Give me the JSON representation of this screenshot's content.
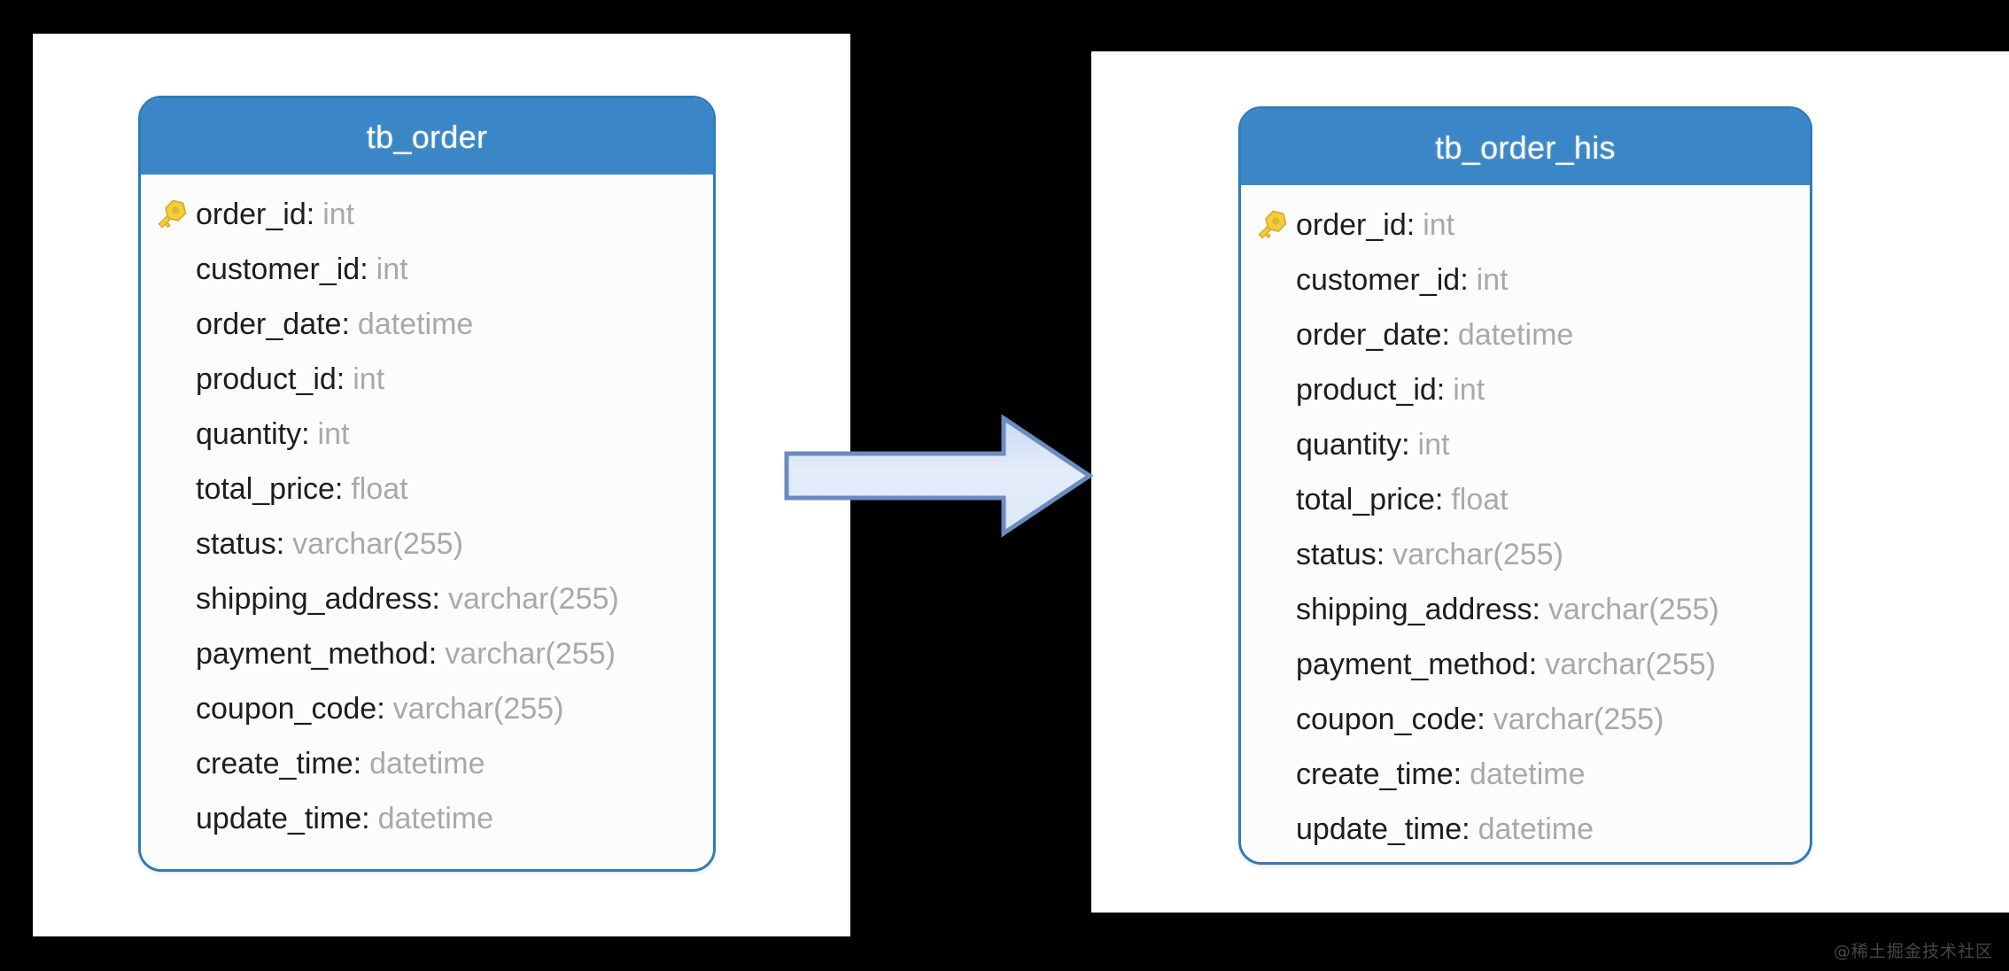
{
  "canvas": {
    "background_color": "#000000",
    "panel_color": "#ffffff"
  },
  "theme": {
    "header_blue": "#3A86C6",
    "border_blue": "#2E7CB8",
    "field_name_color": "#1d1d1d",
    "field_type_color": "#a9a9a9",
    "key_icon_color": "#E8C22E",
    "arrow_fill": "#DCE6F7",
    "arrow_border": "#6A8CC0"
  },
  "diagram": {
    "type": "entity-relationship-migration",
    "arrow": {
      "direction": "right",
      "label": ""
    },
    "tables": [
      {
        "id": "tb_order",
        "title": "tb_order",
        "fields": [
          {
            "name": "order_id",
            "sep": ":",
            "type": "int",
            "primary_key": true
          },
          {
            "name": "customer_id",
            "sep": ":",
            "type": "int",
            "primary_key": false
          },
          {
            "name": "order_date",
            "sep": ":",
            "type": "datetime",
            "primary_key": false
          },
          {
            "name": "product_id",
            "sep": ":",
            "type": "int",
            "primary_key": false
          },
          {
            "name": "quantity",
            "sep": ":",
            "type": "int",
            "primary_key": false
          },
          {
            "name": "total_price",
            "sep": ":",
            "type": "float",
            "primary_key": false
          },
          {
            "name": "status",
            "sep": ":",
            "type": "varchar(255)",
            "primary_key": false
          },
          {
            "name": "shipping_address",
            "sep": ":",
            "type": "varchar(255)",
            "primary_key": false
          },
          {
            "name": "payment_method",
            "sep": ":",
            "type": "varchar(255)",
            "primary_key": false
          },
          {
            "name": "coupon_code",
            "sep": ":",
            "type": "varchar(255)",
            "primary_key": false
          },
          {
            "name": "create_time",
            "sep": ":",
            "type": "datetime",
            "primary_key": false
          },
          {
            "name": "update_time",
            "sep": ":",
            "type": "datetime",
            "primary_key": false
          }
        ]
      },
      {
        "id": "tb_order_his",
        "title": "tb_order_his",
        "fields": [
          {
            "name": "order_id",
            "sep": ":",
            "type": "int",
            "primary_key": true
          },
          {
            "name": "customer_id",
            "sep": ":",
            "type": "int",
            "primary_key": false
          },
          {
            "name": "order_date",
            "sep": ":",
            "type": "datetime",
            "primary_key": false
          },
          {
            "name": "product_id",
            "sep": ":",
            "type": "int",
            "primary_key": false
          },
          {
            "name": "quantity",
            "sep": ":",
            "type": "int",
            "primary_key": false
          },
          {
            "name": "total_price",
            "sep": ":",
            "type": "float",
            "primary_key": false
          },
          {
            "name": "status",
            "sep": ":",
            "type": "varchar(255)",
            "primary_key": false
          },
          {
            "name": "shipping_address",
            "sep": ":",
            "type": "varchar(255)",
            "primary_key": false
          },
          {
            "name": "payment_method",
            "sep": ":",
            "type": "varchar(255)",
            "primary_key": false
          },
          {
            "name": "coupon_code",
            "sep": ":",
            "type": "varchar(255)",
            "primary_key": false
          },
          {
            "name": "create_time",
            "sep": ":",
            "type": "datetime",
            "primary_key": false
          },
          {
            "name": "update_time",
            "sep": ":",
            "type": "datetime",
            "primary_key": false
          }
        ]
      }
    ]
  },
  "watermark": {
    "text": "@稀土掘金技术社区"
  }
}
